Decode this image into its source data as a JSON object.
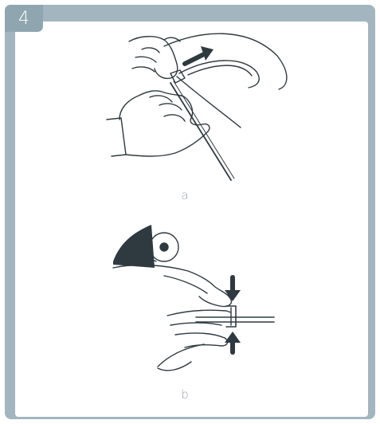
{
  "step": {
    "number": "4"
  },
  "panels": [
    {
      "label": "a",
      "description_icon": "hand-pulling-tube-illustration"
    },
    {
      "label": "b",
      "description_icon": "hand-pinching-tube-illustration"
    }
  ],
  "colors": {
    "frame": "#a3b6bf",
    "badge": "#8fa6b0",
    "line": "#2f3a40",
    "caption": "#a0a8ad"
  }
}
